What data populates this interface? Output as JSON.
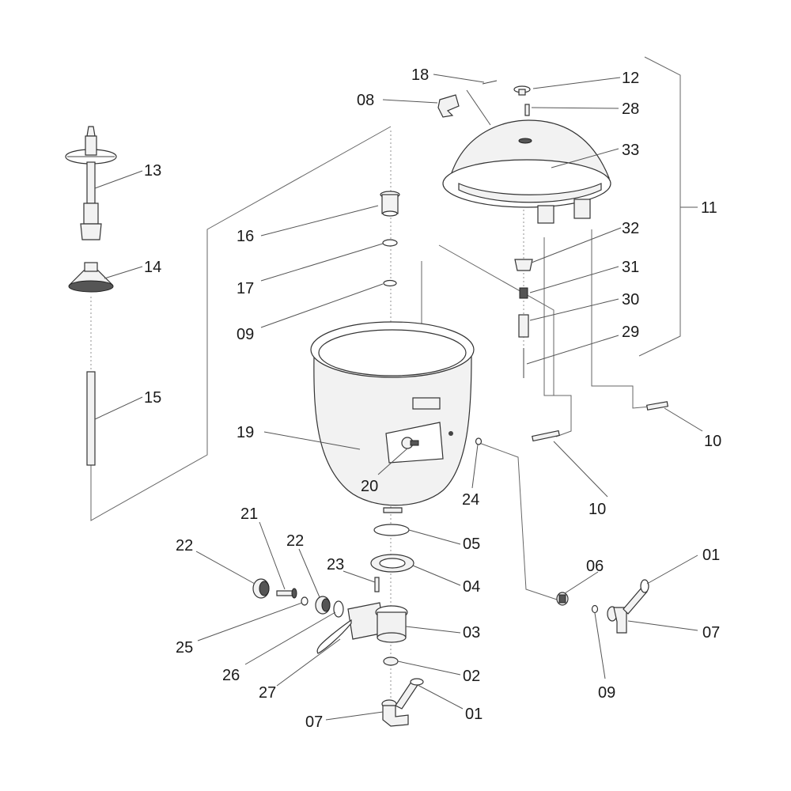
{
  "callouts": {
    "c18": "18",
    "c12": "12",
    "c08": "08",
    "c28": "28",
    "c33": "33",
    "c13": "13",
    "c11": "11",
    "c16": "16",
    "c32": "32",
    "c14": "14",
    "c17": "17",
    "c31": "31",
    "c30": "30",
    "c09a": "09",
    "c29": "29",
    "c15": "15",
    "c19": "19",
    "c10a": "10",
    "c20": "20",
    "c24": "24",
    "c10b": "10",
    "c21": "21",
    "c05": "05",
    "c22a": "22",
    "c22b": "22",
    "c23": "23",
    "c06": "06",
    "c01a": "01",
    "c04": "04",
    "c25": "25",
    "c03": "03",
    "c07a": "07",
    "c26": "26",
    "c02": "02",
    "c27": "27",
    "c09b": "09",
    "c07b": "07",
    "c01b": "01"
  }
}
